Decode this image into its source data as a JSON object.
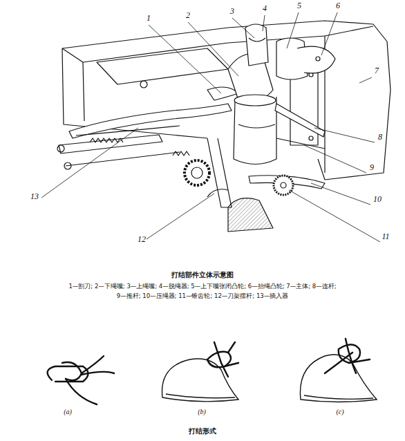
{
  "diagram": {
    "title": "打结部件立体示意图",
    "caption": "打结形式",
    "labels": [
      "1",
      "2",
      "3",
      "4",
      "5",
      "6",
      "7",
      "8",
      "9",
      "10",
      "11",
      "12",
      "13",
      "1—割刀; 2—下绳嘴; 3—上绳嘴; 4—脱绳器; 5—上下嘴张闭凸轮; 6—抬绳凸轮; 7—主体; 8—连杆;",
      "9—推杆; 10—压绳器; 11—锥齿轮; 12—刀架摆杆; 13—插入器",
      "(a)",
      "(b)",
      "(c)"
    ]
  }
}
